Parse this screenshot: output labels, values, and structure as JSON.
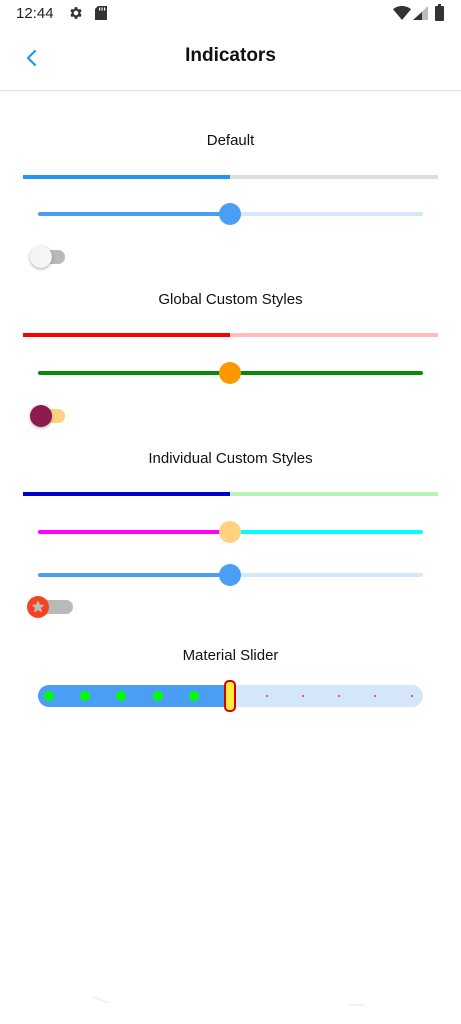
{
  "status_bar": {
    "time": "12:44",
    "icons": [
      "gear-icon",
      "sd-card-icon",
      "wifi-icon",
      "signal-icon",
      "battery-icon"
    ]
  },
  "header": {
    "title": "Indicators",
    "back_icon": "chevron-left-icon"
  },
  "sections": {
    "default": {
      "title": "Default"
    },
    "global": {
      "title": "Global Custom Styles"
    },
    "individual": {
      "title": "Individual Custom Styles"
    },
    "material": {
      "title": "Material Slider"
    }
  },
  "controls": {
    "default_progress": 0.5,
    "default_slider": 0.5,
    "default_switch_on": false,
    "global_progress": 0.5,
    "global_slider": 0.5,
    "global_switch_on": false,
    "individual_progress": 0.5,
    "individual_slider_1": 0.5,
    "individual_slider_2": 0.5,
    "individual_switch_on": false,
    "individual_switch_icon": "star-icon",
    "material_slider": 0.5,
    "material_steps": 11
  },
  "colors": {
    "accent_blue": "#2196F3",
    "track_grey": "#DDDDDD",
    "slider_blue": "#4A9FF5",
    "slider_light": "#D5E8FB",
    "global_red": "#FF0000",
    "global_pink": "#FFBDBD",
    "global_green": "#0A8A0A",
    "global_orange": "#FF9800",
    "global_knob": "#8E1A4E",
    "global_switch_track": "#FFD27F",
    "indiv_blue": "#0000D0",
    "indiv_mint": "#B8F5B8",
    "indiv_magenta": "#FF00FF",
    "indiv_cyan": "#00FFFF",
    "indiv_thumb": "#FFD27F",
    "star_red": "#F4431F",
    "mat_dot_green": "#00FF00",
    "mat_mini_red": "#E53935",
    "mat_thumb_yellow": "#FFEB3B",
    "mat_thumb_border": "#D50000"
  }
}
